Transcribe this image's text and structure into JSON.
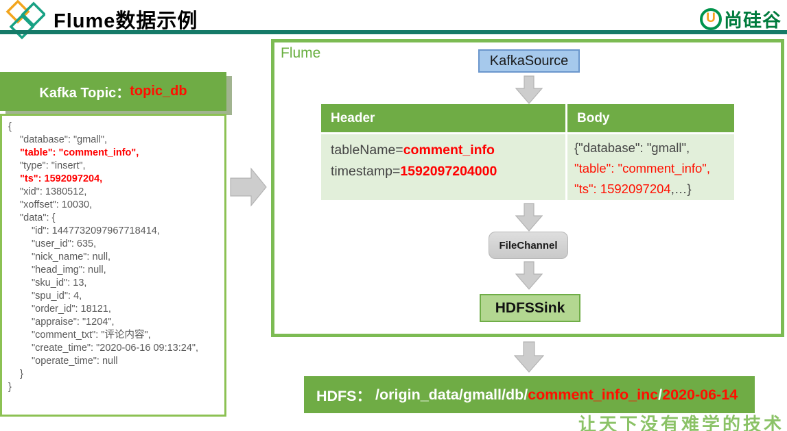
{
  "header": {
    "title": "Flume数据示例",
    "brand": "尚硅谷",
    "brand_u": "U"
  },
  "kafka_panel": {
    "title_segments": [
      {
        "text": "Kafka Topic： ",
        "style": "white"
      },
      {
        "text": "topic_db",
        "style": "red"
      }
    ],
    "json_lines": [
      {
        "text": "{",
        "indent": 0,
        "red": false
      },
      {
        "text": "\"database\": \"gmall\",",
        "indent": 1,
        "red": false
      },
      {
        "text": "\"table\": \"comment_info\",",
        "indent": 1,
        "red": true
      },
      {
        "text": "\"type\": \"insert\",",
        "indent": 1,
        "red": false
      },
      {
        "text": "\"ts\": 1592097204,",
        "indent": 1,
        "red": true
      },
      {
        "text": "\"xid\": 1380512,",
        "indent": 1,
        "red": false
      },
      {
        "text": "\"xoffset\": 10030,",
        "indent": 1,
        "red": false
      },
      {
        "text": "\"data\": {",
        "indent": 1,
        "red": false
      },
      {
        "text": "\"id\": 1447732097967718414,",
        "indent": 2,
        "red": false
      },
      {
        "text": "\"user_id\": 635,",
        "indent": 2,
        "red": false
      },
      {
        "text": "\"nick_name\": null,",
        "indent": 2,
        "red": false
      },
      {
        "text": "\"head_img\": null,",
        "indent": 2,
        "red": false
      },
      {
        "text": "\"sku_id\": 13,",
        "indent": 2,
        "red": false
      },
      {
        "text": "\"spu_id\": 4,",
        "indent": 2,
        "red": false
      },
      {
        "text": "\"order_id\": 18121,",
        "indent": 2,
        "red": false
      },
      {
        "text": "\"appraise\": \"1204\",",
        "indent": 2,
        "red": false
      },
      {
        "text": "\"comment_txt\": \"评论内容\",",
        "indent": 2,
        "red": false
      },
      {
        "text": "\"create_time\": \"2020-06-16 09:13:24\",",
        "indent": 2,
        "red": false
      },
      {
        "text": "\"operate_time\": null",
        "indent": 2,
        "red": false
      },
      {
        "text": "}",
        "indent": 1,
        "red": false
      },
      {
        "text": "}",
        "indent": 0,
        "red": false
      }
    ]
  },
  "flume": {
    "label": "Flume",
    "kafka_source": "KafkaSource",
    "file_channel": "FileChannel",
    "hdfs_sink": "HDFSSink",
    "table": {
      "header_col": "Header",
      "body_col": "Body",
      "header_lines": [
        [
          {
            "text": "tableName=",
            "style": "dark"
          },
          {
            "text": "comment_info",
            "style": "red-bold"
          }
        ],
        [
          {
            "text": "timestamp=",
            "style": "dark"
          },
          {
            "text": "1592097204000",
            "style": "red-bold"
          }
        ]
      ],
      "body_lines": [
        [
          {
            "text": "{\"database\": \"gmall\",",
            "style": "dark"
          }
        ],
        [
          {
            "text": "\"table\": \"comment_info\",",
            "style": "red"
          }
        ],
        [
          {
            "text": "\"ts\": 1592097204",
            "style": "red"
          },
          {
            "text": ",…}",
            "style": "dark"
          }
        ]
      ]
    }
  },
  "hdfs_bar": {
    "segments": [
      {
        "text": "HDFS： ",
        "style": "white"
      },
      {
        "text": "/origin_data/gmall/db/",
        "style": "white"
      },
      {
        "text": "comment_info_inc",
        "style": "red"
      },
      {
        "text": "/",
        "style": "white"
      },
      {
        "text": "2020-06-14",
        "style": "red"
      }
    ]
  },
  "watermark": "让天下没有难学的技术",
  "colors": {
    "green": "#6FAC45",
    "light_green_cell": "#E2EFDA",
    "border_green": "#7CBB53",
    "teal_rule": "#157A68",
    "red": "#FF0000",
    "blue_node_fill": "#A6C9EC",
    "blue_node_border": "#6A96CC",
    "gray_node": "#D4D4D4",
    "sink_fill": "#B3D791",
    "brand_green": "#00934C",
    "brand_orange": "#F5A11C"
  }
}
